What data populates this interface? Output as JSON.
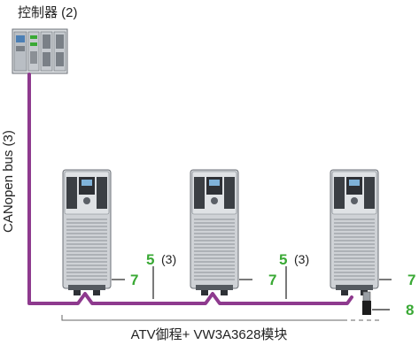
{
  "controller": {
    "label": "控制器 (2)"
  },
  "bus": {
    "label": "CANopen bus (3)",
    "color": "#8e3a8e"
  },
  "drives": [
    {
      "tap_callout": "7"
    },
    {
      "tap_callout": "7"
    },
    {
      "tap_callout": "7"
    }
  ],
  "cables": [
    {
      "callout": "5",
      "note": "(3)"
    },
    {
      "callout": "5",
      "note": "(3)"
    }
  ],
  "terminator": {
    "callout": "8"
  },
  "footer": {
    "label": "ATV御程+ VW3A3628模块"
  },
  "colors": {
    "callout_green": "#3aa935",
    "device_gray": "#cfd2d6",
    "bus_purple": "#8e3a8e"
  }
}
